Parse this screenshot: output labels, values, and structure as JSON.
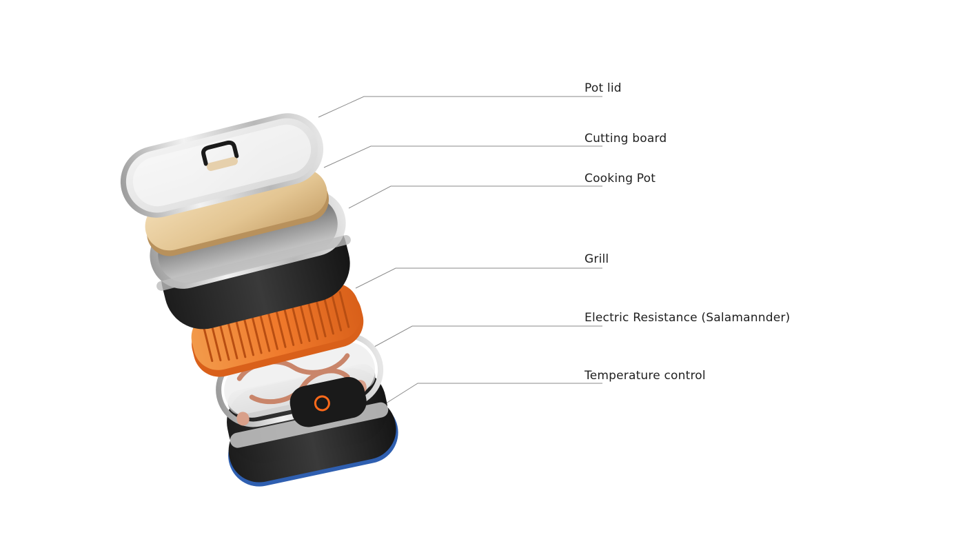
{
  "labels": {
    "pot_lid": "Pot lid",
    "cutting_board": "Cutting board",
    "cooking_pot": "Cooking Pot",
    "grill": "Grill",
    "electric_resistance": "Electric Resistance (Salamannder)",
    "temperature_control": "Temperature control"
  },
  "colors": {
    "background": "#ffffff",
    "leader_line": "#8a8a8a",
    "text": "#1e1e1e",
    "pot_body": "#2b2b2b",
    "metal_rim": "#c9c9c9",
    "wood": "#e2c79a",
    "grill_orange": "#f07a2c",
    "copper_coil": "#c9856a",
    "accent_blue": "#2f5fb0",
    "knob_orange": "#ff6a1a"
  }
}
